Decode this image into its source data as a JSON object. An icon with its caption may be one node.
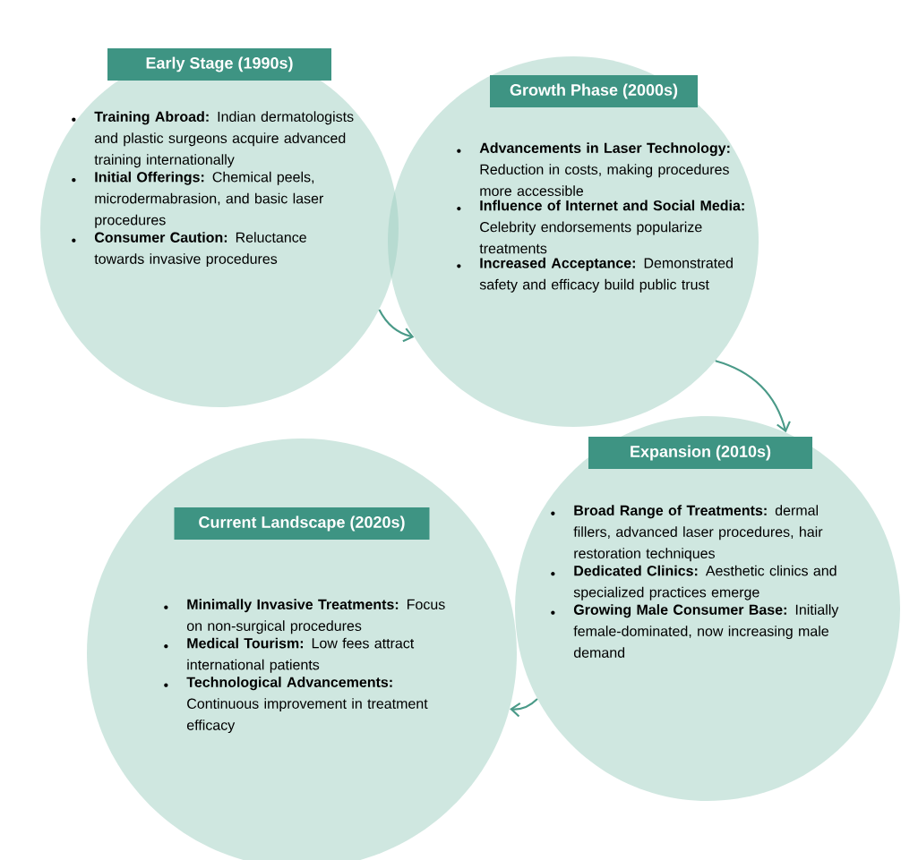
{
  "diagram": {
    "nodes": [
      {
        "text": [
          "Early Stage (1990s)",
          "**Training Abroad:** Indian dermatologists and plastic surgeons acquire advanced training internationally",
          "**Initial Offerings:** Chemical peels, microdermabrasion, and basic laser procedures",
          "**Consumer Caution:** Reluctance towards invasive procedures"
        ]
      },
      {
        "text": [
          "Growth Phase (2000s)",
          "**Advancements in Laser Technology:** Reduction in costs, making procedures more accessible",
          "**Influence of Internet and Social Media:** Celebrity endorsements popularize treatments",
          "**Increased Acceptance:** Demonstrated safety and efficacy build public trust"
        ]
      },
      {
        "text": [
          "Expansion (2010s)",
          "**Broad Range of Treatments:** dermal fillers, advanced laser procedures, hair restoration techniques",
          "**Dedicated Clinics:** Aesthetic clinics and specialized practices emerge",
          "**Growing Male Consumer Base:** Initially female-dominated, now increasing male demand"
        ]
      },
      {
        "text": [
          "Current Landscape (2020s)",
          "**Minimally Invasive Treatments:** Focus on non-surgical procedures",
          "**Medical Tourism:** Low fees attract international patients",
          "**Technological Advancements:** Continuous improvement in treatment efficacy"
        ]
      }
    ],
    "edges": [
      {
        "from": 0,
        "to": 1,
        "arrow": "to"
      },
      {
        "from": 1,
        "to": 2,
        "arrow": "to"
      },
      {
        "from": 2,
        "to": 3,
        "arrow": "to"
      }
    ]
  }
}
